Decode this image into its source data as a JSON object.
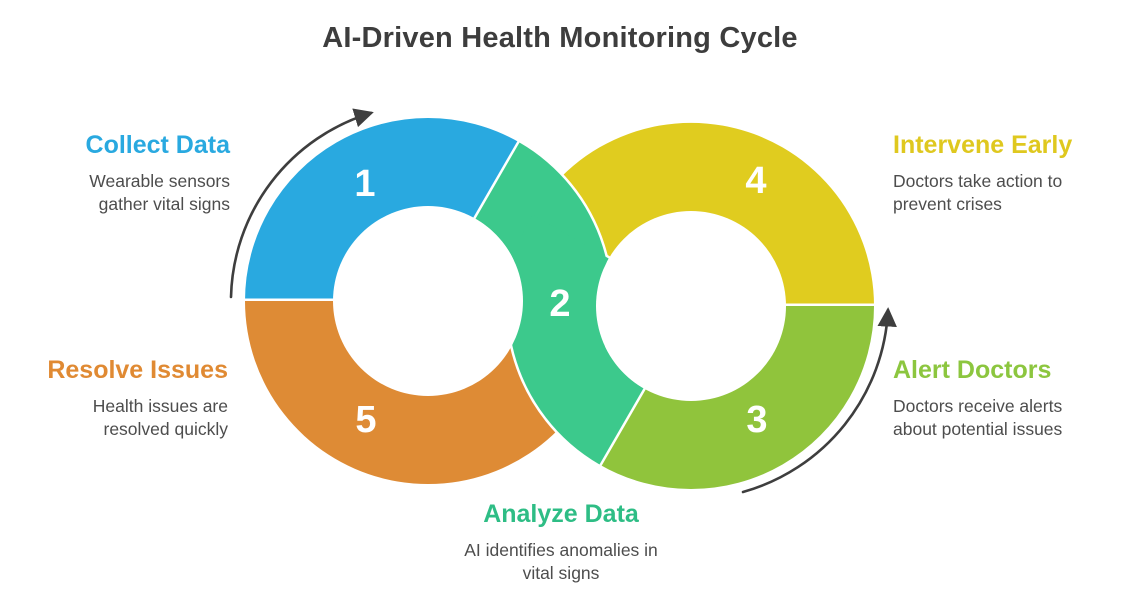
{
  "title": {
    "text": "AI-Driven Health Monitoring Cycle",
    "color": "#3d3d3d"
  },
  "steps": [
    {
      "number": "1",
      "label": "Collect Data",
      "description": "Wearable sensors gather vital signs",
      "color": "#29a9e0",
      "label_color": "#29a9e0"
    },
    {
      "number": "2",
      "label": "Analyze Data",
      "description": "AI identifies anomalies in vital signs",
      "color": "#3cc98c",
      "label_color": "#2ebd85"
    },
    {
      "number": "3",
      "label": "Alert Doctors",
      "description": "Doctors receive alerts about potential issues",
      "color": "#90c43c",
      "label_color": "#8cc63f"
    },
    {
      "number": "4",
      "label": "Intervene Early",
      "description": "Doctors take action to prevent crises",
      "color": "#e0cc1f",
      "label_color": "#dfc81f"
    },
    {
      "number": "5",
      "label": "Resolve Issues",
      "description": "Health issues are resolved quickly",
      "color": "#de8b35",
      "label_color": "#e08a33"
    }
  ],
  "description_color": "#4d4d4d",
  "number_color": "#ffffff",
  "arrow_color": "#3e3e3e",
  "background_color": "#ffffff"
}
